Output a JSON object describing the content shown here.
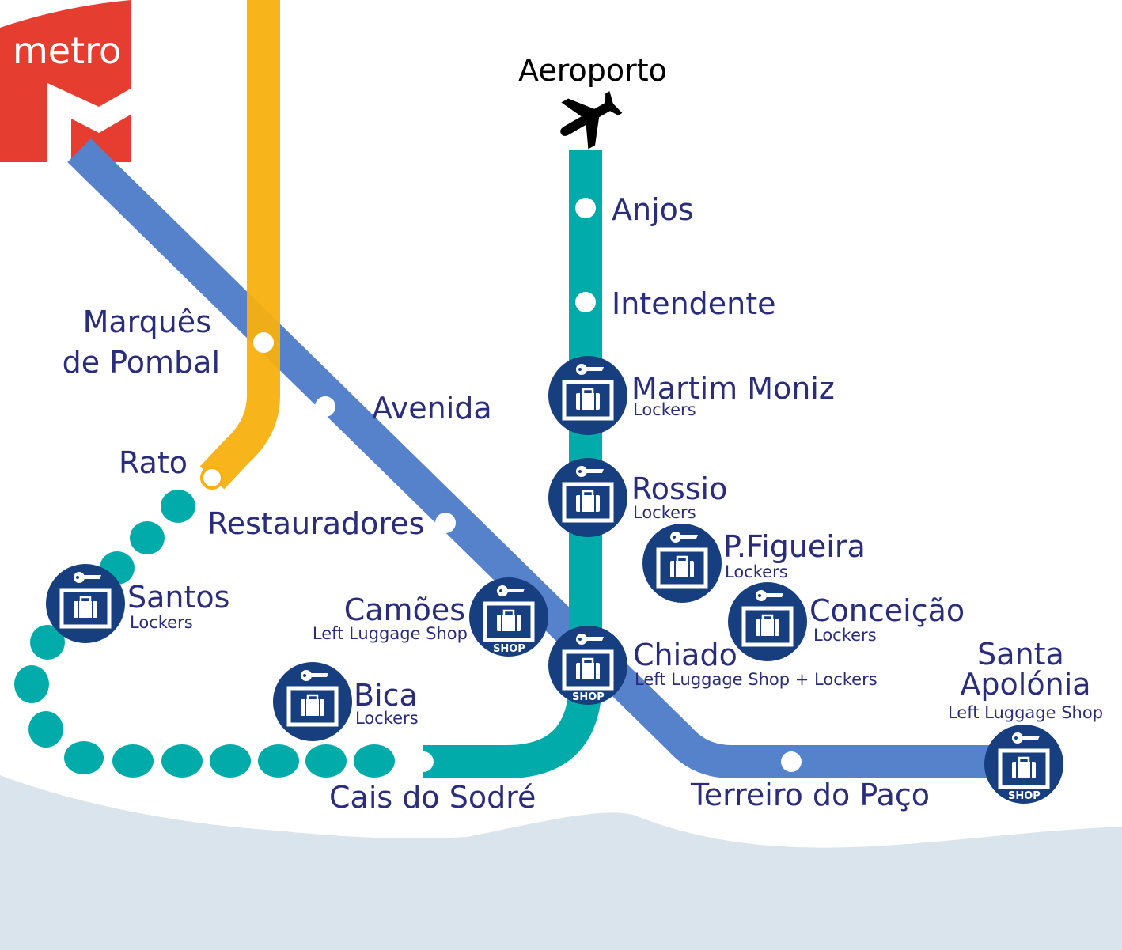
{
  "logo": {
    "text": "metro",
    "color": "#e53d30"
  },
  "colors": {
    "blue_line": "#5681cb",
    "yellow_line": "#f8b00f",
    "green_line": "#00aba9",
    "station_icon": "#173f80",
    "water": "#dae4ec",
    "text": "#2a2c7c"
  },
  "airport": {
    "label": "Aeroporto",
    "icon": "airplane-icon"
  },
  "stations": {
    "anjos": "Anjos",
    "intendente": "Intendente",
    "martim_moniz": {
      "name": "Martim Moniz",
      "service": "Lockers"
    },
    "rossio": {
      "name": "Rossio",
      "service": "Lockers"
    },
    "pfigueira": {
      "name": "P.Figueira",
      "service": "Lockers"
    },
    "conceicao": {
      "name": "Conceição",
      "service": "Lockers"
    },
    "chiado": {
      "name": "Chiado",
      "service": "Left Luggage Shop + Lockers",
      "badge": "SHOP"
    },
    "camoes": {
      "name": "Camões",
      "service": "Left Luggage Shop",
      "badge": "SHOP"
    },
    "santos": {
      "name": "Santos",
      "service": "Lockers"
    },
    "bica": {
      "name": "Bica",
      "service": "Lockers"
    },
    "santa_apolonia": {
      "name_line1": "Santa",
      "name_line2": "Apolónia",
      "service": "Left Luggage Shop",
      "badge": "SHOP"
    },
    "marques_line1": "Marquês",
    "marques_line2": "de Pombal",
    "avenida": "Avenida",
    "rato": "Rato",
    "restauradores": "Restauradores",
    "cais": "Cais do Sodré",
    "terreiro": "Terreiro do Paço"
  }
}
